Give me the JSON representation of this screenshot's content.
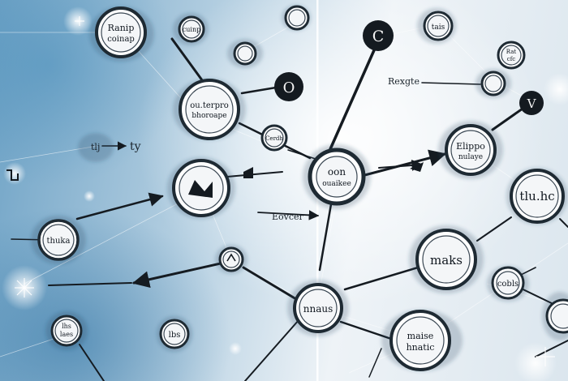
{
  "labels": {
    "top_left": "Ranip\ncoinap",
    "mid_left": "ou.terpro\nbhoroape",
    "center": "oon\nouaikee",
    "right_mid": "Elippo\nnulaye",
    "bottom_right": "maise\nhnatic",
    "bottom_center": "nnaus",
    "right_lower": "maks",
    "far_right": "tlu.hc",
    "lower_left": "thuka",
    "small_left": "lhs\nlaes",
    "tiny_top": "cuinp",
    "top_right_small": "tais",
    "upper_center_right": "Rexgte",
    "upper_right_node": "Rat\ncfc",
    "small_mid": "Cerdh",
    "cobls": "cobls",
    "flag": "Eovcer",
    "left_tag": "ty",
    "edge_tag": "tlj",
    "mid_tag": "lbs",
    "top_dark": "C",
    "mid_dark": "O",
    "right_dark": "V"
  }
}
